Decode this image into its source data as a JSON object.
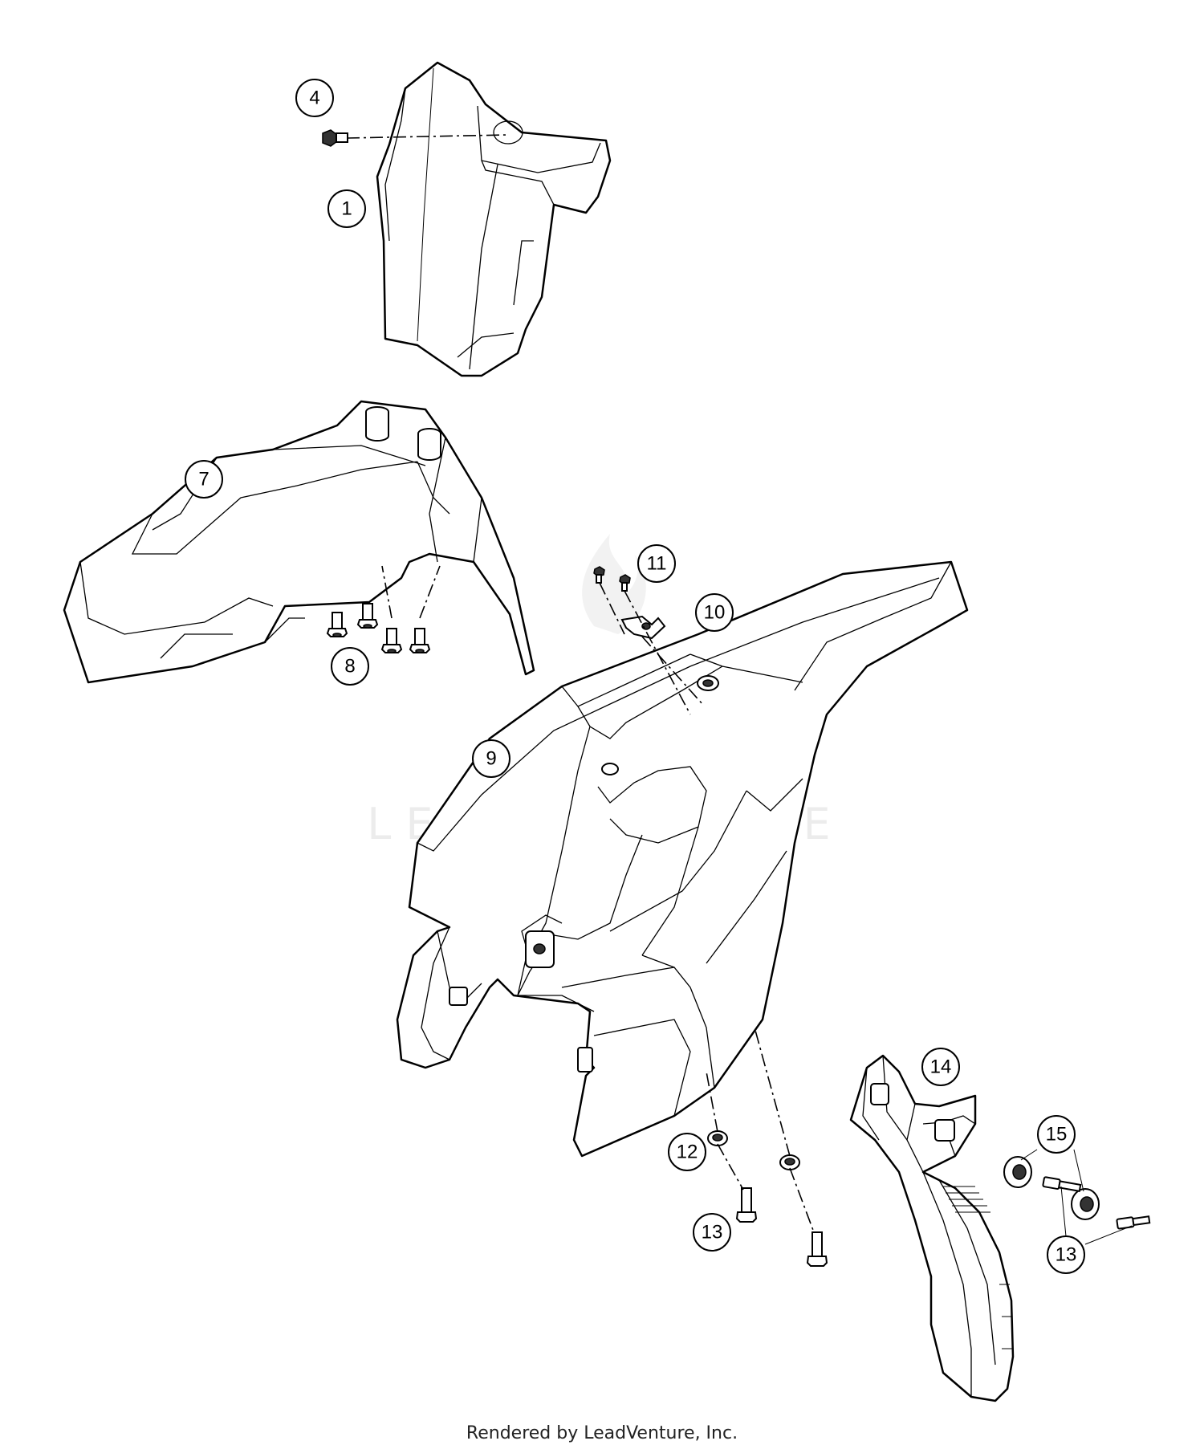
{
  "callouts": [
    "1",
    "4",
    "7",
    "8",
    "9",
    "10",
    "11",
    "12",
    "13",
    "13",
    "14",
    "15"
  ],
  "watermark": "LEADVENTURE",
  "footer": "Rendered by LeadVenture, Inc."
}
